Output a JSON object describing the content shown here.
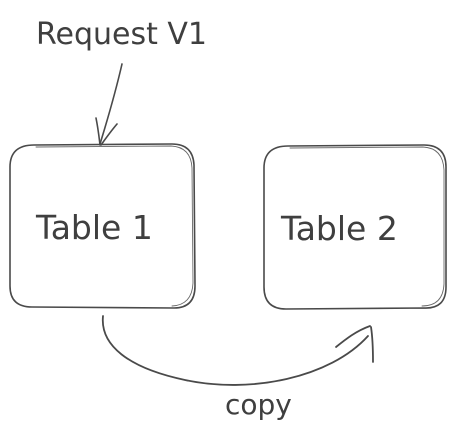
{
  "diagram": {
    "request_label": "Request V1",
    "nodes": [
      {
        "id": "table1",
        "label": "Table 1"
      },
      {
        "id": "table2",
        "label": "Table 2"
      }
    ],
    "edges": [
      {
        "from": "request",
        "to": "table1",
        "label": ""
      },
      {
        "from": "table1",
        "to": "table2",
        "label": "copy"
      }
    ],
    "colors": {
      "stroke": "#4a4a4a",
      "text": "#3f3f3f",
      "background": "#ffffff"
    }
  }
}
